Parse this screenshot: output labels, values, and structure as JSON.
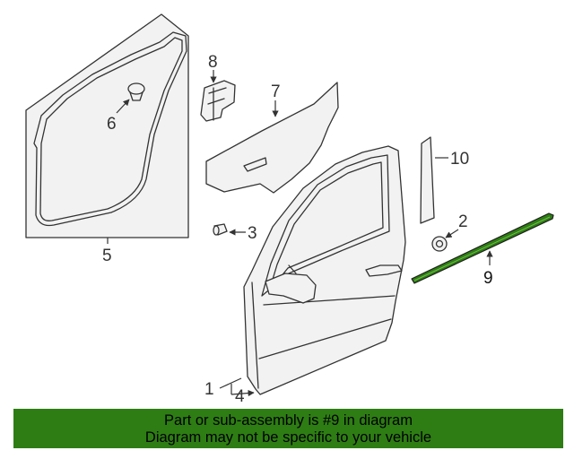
{
  "callouts": {
    "c1": "1",
    "c2": "2",
    "c3": "3",
    "c4": "4",
    "c5": "5",
    "c6": "6",
    "c7": "7",
    "c8": "8",
    "c9": "9",
    "c10": "10"
  },
  "highlight_color": "#2e7d14",
  "banner": {
    "line1": "Part or sub-assembly is #9 in diagram",
    "line2": "Diagram may not be specific to your vehicle"
  }
}
